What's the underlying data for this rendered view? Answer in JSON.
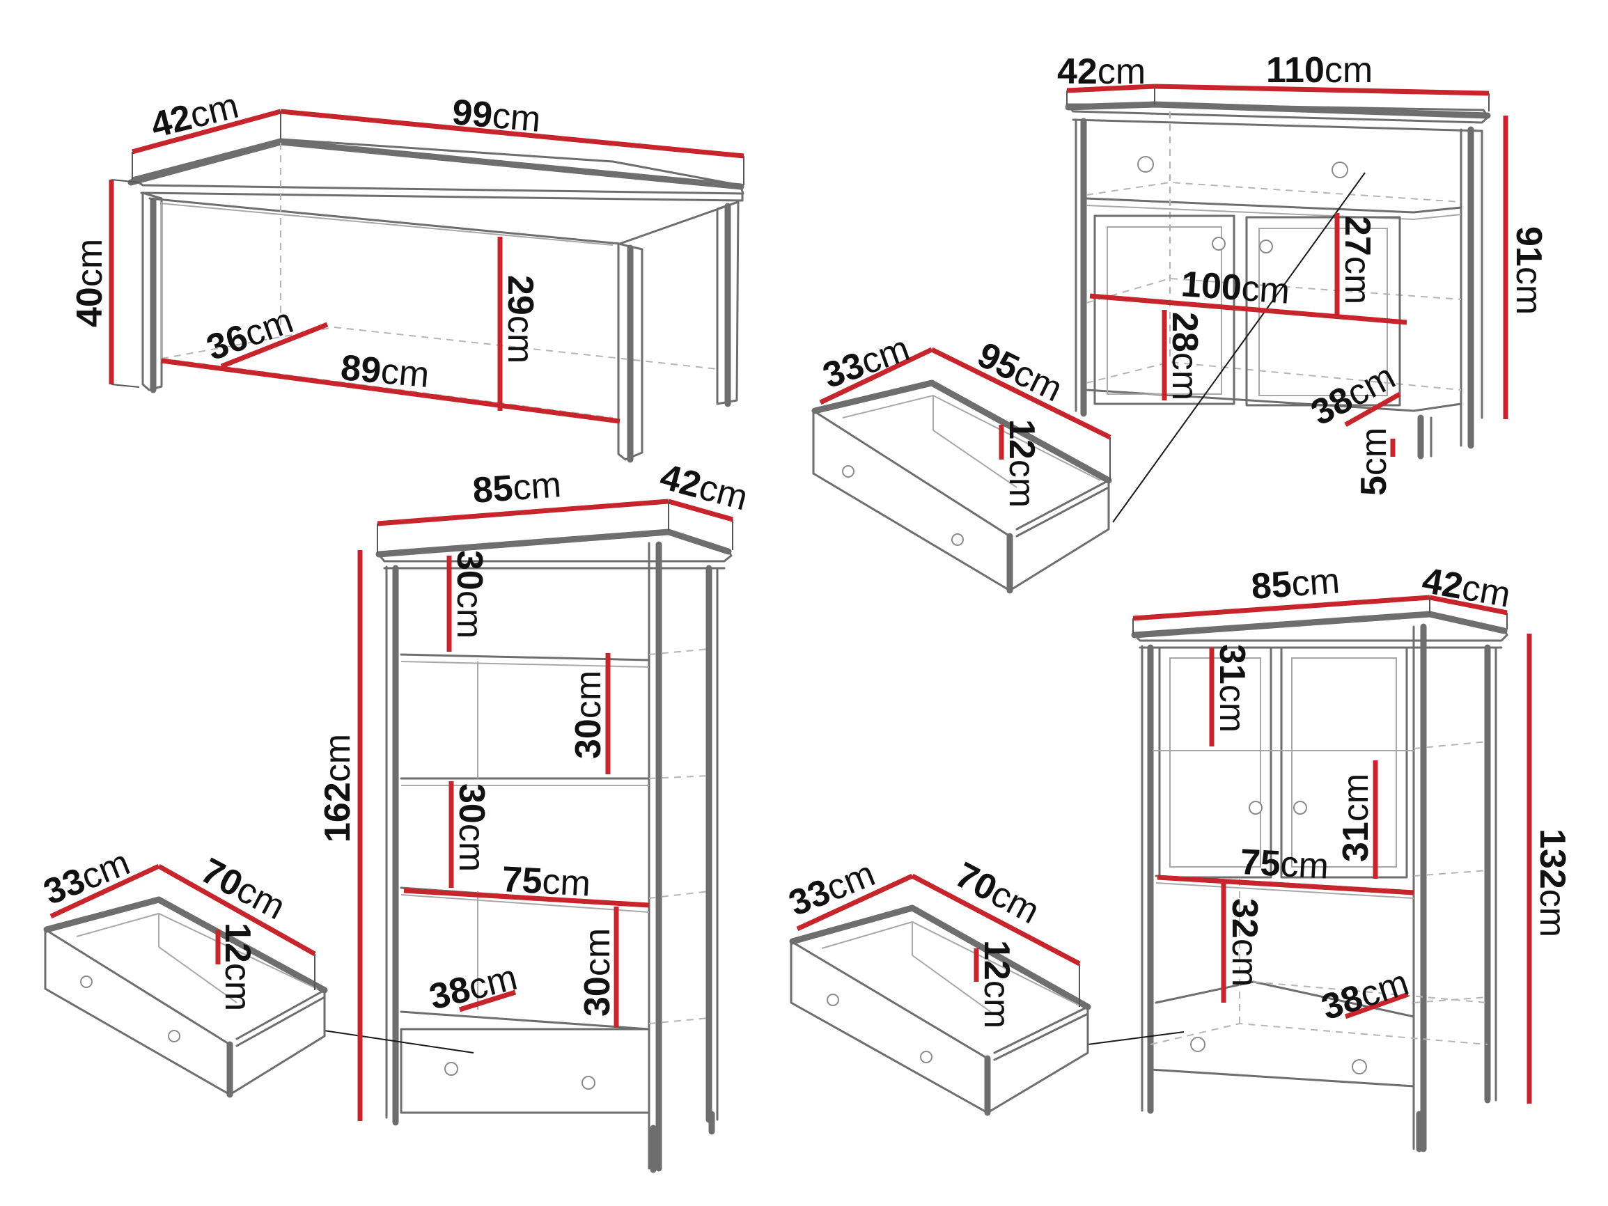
{
  "labels": {
    "coffee_table": {
      "depth_top": {
        "num": "42",
        "unit": "cm"
      },
      "width_top": {
        "num": "99",
        "unit": "cm"
      },
      "height": {
        "num": "40",
        "unit": "cm"
      },
      "inner_depth": {
        "num": "36",
        "unit": "cm"
      },
      "inner_width": {
        "num": "89",
        "unit": "cm"
      },
      "inner_height": {
        "num": "29",
        "unit": "cm"
      }
    },
    "sideboard": {
      "depth_top": {
        "num": "42",
        "unit": "cm"
      },
      "width_top": {
        "num": "110",
        "unit": "cm"
      },
      "height": {
        "num": "91",
        "unit": "cm"
      },
      "inner_width": {
        "num": "100",
        "unit": "cm"
      },
      "upper_height": {
        "num": "27",
        "unit": "cm"
      },
      "lower_height": {
        "num": "28",
        "unit": "cm"
      },
      "shelf_depth": {
        "num": "38",
        "unit": "cm"
      },
      "leg_height": {
        "num": "5",
        "unit": "cm"
      }
    },
    "sideboard_drawer": {
      "depth": {
        "num": "33",
        "unit": "cm"
      },
      "width": {
        "num": "95",
        "unit": "cm"
      },
      "height": {
        "num": "12",
        "unit": "cm"
      }
    },
    "bookcase": {
      "width_top": {
        "num": "85",
        "unit": "cm"
      },
      "depth_top": {
        "num": "42",
        "unit": "cm"
      },
      "height": {
        "num": "162",
        "unit": "cm"
      },
      "shelf1": {
        "num": "30",
        "unit": "cm"
      },
      "shelf2": {
        "num": "30",
        "unit": "cm"
      },
      "shelf3": {
        "num": "30",
        "unit": "cm"
      },
      "shelf4": {
        "num": "30",
        "unit": "cm"
      },
      "inner_width": {
        "num": "75",
        "unit": "cm"
      },
      "shelf_depth": {
        "num": "38",
        "unit": "cm"
      }
    },
    "bookcase_drawer": {
      "depth": {
        "num": "33",
        "unit": "cm"
      },
      "width": {
        "num": "70",
        "unit": "cm"
      },
      "height": {
        "num": "12",
        "unit": "cm"
      }
    },
    "cabinet": {
      "width_top": {
        "num": "85",
        "unit": "cm"
      },
      "depth_top": {
        "num": "42",
        "unit": "cm"
      },
      "height": {
        "num": "132",
        "unit": "cm"
      },
      "upper1": {
        "num": "31",
        "unit": "cm"
      },
      "upper2": {
        "num": "31",
        "unit": "cm"
      },
      "inner_width": {
        "num": "75",
        "unit": "cm"
      },
      "lower_height": {
        "num": "32",
        "unit": "cm"
      },
      "shelf_depth": {
        "num": "38",
        "unit": "cm"
      }
    },
    "cabinet_drawer": {
      "depth": {
        "num": "33",
        "unit": "cm"
      },
      "width": {
        "num": "70",
        "unit": "cm"
      },
      "height": {
        "num": "12",
        "unit": "cm"
      }
    }
  }
}
